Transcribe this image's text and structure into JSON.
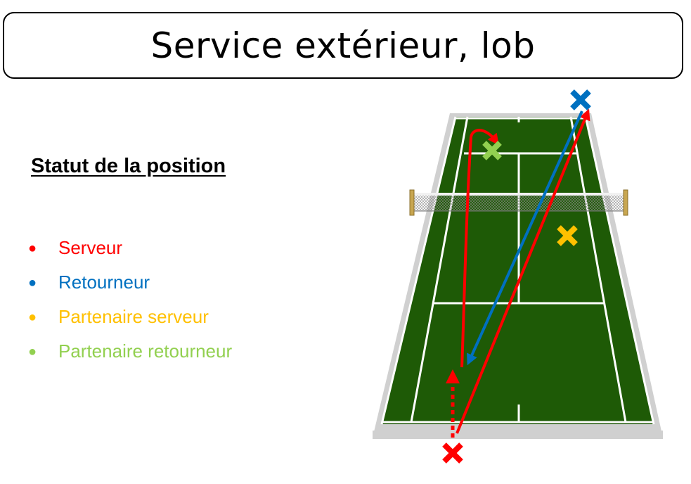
{
  "title": "Service extérieur, lob",
  "status_heading": "Statut de la position",
  "legend": [
    {
      "label": "Serveur",
      "color": "#ff0000"
    },
    {
      "label": "Retourneur",
      "color": "#0070c0"
    },
    {
      "label": "Partenaire serveur",
      "color": "#ffc000"
    },
    {
      "label": "Partenaire retourneur",
      "color": "#92d050"
    }
  ],
  "court": {
    "surface_color": "#1e5a06",
    "border_color": "#d0d0d0",
    "line_color": "#ffffff",
    "markers": [
      {
        "role": "Serveur",
        "icon": "x-marker-icon",
        "color": "#ff0000"
      },
      {
        "role": "Retourneur",
        "icon": "x-marker-icon",
        "color": "#0070c0"
      },
      {
        "role": "Partenaire serveur",
        "icon": "x-marker-icon",
        "color": "#ffc000"
      },
      {
        "role": "Partenaire retourneur",
        "icon": "x-marker-icon",
        "color": "#92d050"
      }
    ]
  }
}
